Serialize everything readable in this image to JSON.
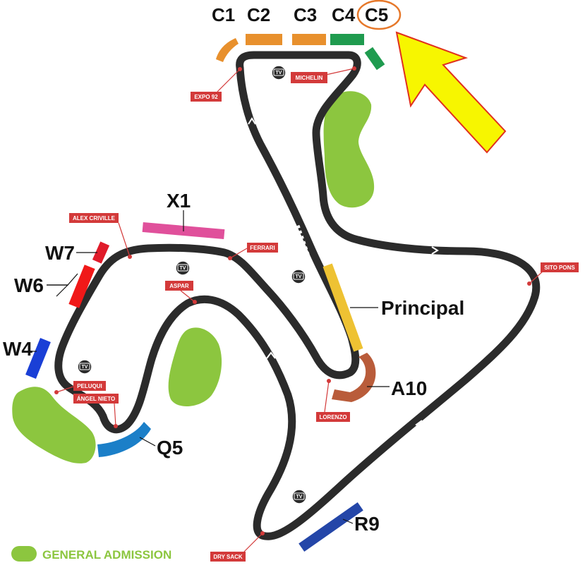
{
  "colors": {
    "track": "#2b2b2b",
    "green_area": "#8cc63f",
    "corner_tag": "#d33a3a",
    "arrow_fill": "#f7f600",
    "arrow_stroke": "#e0301e",
    "highlight_circle": "#e6782a",
    "legend_text": "#8cc63f"
  },
  "stands": {
    "C1": "C1",
    "C2": "C2",
    "C3": "C3",
    "C4": "C4",
    "C5": "C5",
    "X1": "X1",
    "W7": "W7",
    "W6": "W6",
    "W4": "W4",
    "Principal": "Principal",
    "A10": "A10",
    "Q5": "Q5",
    "R9": "R9"
  },
  "stand_colors": {
    "C1": "#e8902d",
    "C2": "#e8902d",
    "C3": "#e8902d",
    "C4": "#1f9b4f",
    "C5": "#1f9b4f",
    "X1": "#e0509b",
    "W7": "#e01b2a",
    "W6": "#f01818",
    "W4": "#1a3fd6",
    "Principal": "#eec233",
    "A10": "#b95c3a",
    "Q5": "#1b7fc8",
    "R9": "#2446a8"
  },
  "corners": {
    "expo92": "EXPO 92",
    "michelin": "MICHELIN",
    "alex_criville": "ALEX CRIVILLE",
    "ferrari": "FERRARI",
    "aspar": "ASPAR",
    "sito_pons": "SITO PONS",
    "peluqui": "PELUQUI",
    "angel_nieto": "ÁNGEL NIETO",
    "lorenzo": "LORENZO",
    "dry_sack": "DRY SACK"
  },
  "tv_label": "TV",
  "legend": {
    "label": "GENERAL ADMISSION"
  },
  "highlight": {
    "stand": "C5",
    "icon": "yellow-arrow"
  }
}
